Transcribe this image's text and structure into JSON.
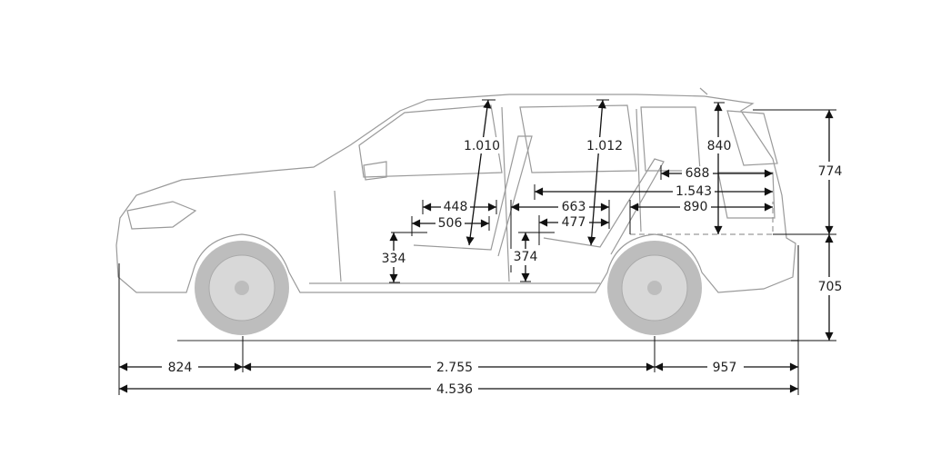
{
  "dimensions": {
    "front_overhang": "824",
    "wheelbase": "2.755",
    "rear_overhang": "957",
    "overall_length": "4.536",
    "upper_height": "774",
    "lower_height": "705",
    "cargo_height": "840",
    "front_headroom": "1.010",
    "rear_headroom": "1.012",
    "cargo_length_top": "688",
    "cargo_length_folded": "1.543",
    "cargo_length_floor": "890",
    "front_seat_depth_upper": "448",
    "front_seat_depth_lower": "506",
    "rear_legroom": "663",
    "rear_seat_depth": "477",
    "front_seat_height": "334",
    "rear_seat_height": "374"
  },
  "colors": {
    "line": "#111111",
    "car": "#9a9a9a",
    "wheel": "#bdbdbd"
  }
}
